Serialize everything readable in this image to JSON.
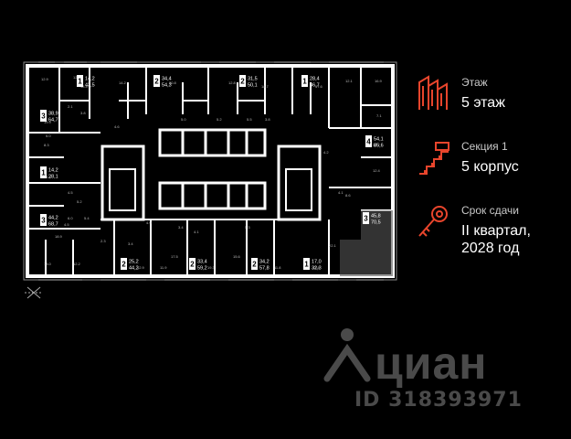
{
  "legend": {
    "floor": {
      "label": "Этаж",
      "value": "5 этаж",
      "icon": "building-floors-icon"
    },
    "section": {
      "label": "Секция 1",
      "value": "5 корпус",
      "icon": "section-stairs-icon"
    },
    "deadline": {
      "label": "Срок сдачи",
      "value_line1": "II квартал,",
      "value_line2": "2028 год",
      "icon": "key-icon"
    }
  },
  "accent_color": "#e8452c",
  "watermark": {
    "brand": "циан",
    "id": "ID 318393971",
    "icon": "cian-logo-icon"
  },
  "compass": {
    "icon": "compass-icon"
  },
  "apartments": [
    {
      "rooms": "1",
      "area": "14,2",
      "total": "43,5"
    },
    {
      "rooms": "2",
      "area": "34,4",
      "total": "54,3"
    },
    {
      "rooms": "2",
      "area": "31,5",
      "total": "50,1"
    },
    {
      "rooms": "1",
      "area": "28,4",
      "total": "46,7"
    },
    {
      "rooms": "3",
      "area": "38,9",
      "total": "64,7"
    },
    {
      "rooms": "4",
      "area": "54,1",
      "total": "85,6"
    },
    {
      "rooms": "1",
      "area": "14,2",
      "total": "28,1"
    },
    {
      "rooms": "3",
      "area": "44,2",
      "total": "68,7"
    },
    {
      "rooms": "3",
      "area": "45,8",
      "total": "70,5"
    },
    {
      "rooms": "2",
      "area": "25,2",
      "total": "44,2"
    },
    {
      "rooms": "2",
      "area": "33,4",
      "total": "59,2"
    },
    {
      "rooms": "2",
      "area": "34,2",
      "total": "57,8"
    },
    {
      "rooms": "1",
      "area": "17,0",
      "total": "32,3"
    }
  ],
  "rooms": [
    "12.9",
    "12.2",
    "18.4",
    "14.2",
    "20.8",
    "12.8",
    "18.7",
    "17.6",
    "12.1",
    "16.9",
    "19.9",
    "2.1",
    "3.8",
    "5.0",
    "4.6",
    "5.0",
    "5.2",
    "5.5",
    "3.8",
    "7.1",
    "12.7",
    "4.2",
    "8.3",
    "12.4",
    "14.2",
    "4.1",
    "8.6",
    "4.5",
    "5.2",
    "6.0",
    "13.0",
    "4.5",
    "5.4",
    "18.9",
    "22.1",
    "12.2",
    "12.9",
    "11.9",
    "19.3",
    "11.8",
    "17.5",
    "15.6",
    "13.8",
    "4.9",
    "3.4",
    "5.3",
    "4.1",
    "2.3",
    "3.4"
  ]
}
